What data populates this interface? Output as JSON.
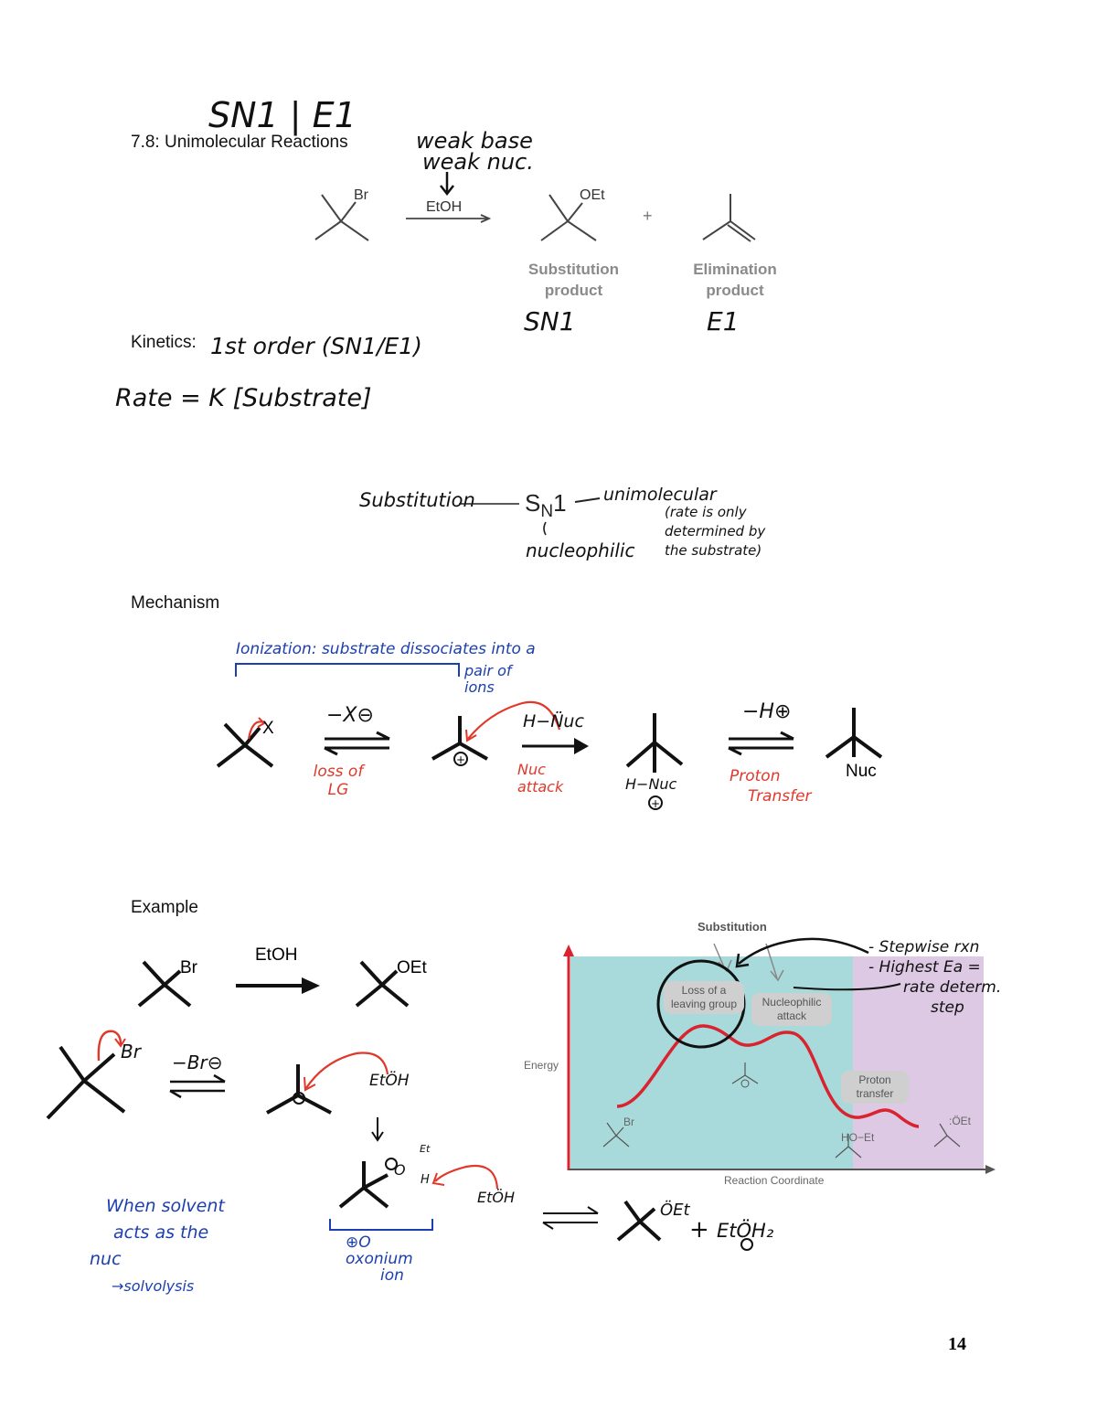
{
  "header": {
    "handwritten_title": "SN1 | E1",
    "section_title": "7.8: Unimolecular Reactions"
  },
  "reaction1": {
    "reagent_note_line1": "weak base",
    "reagent_note_line2": "weak nuc.",
    "reactant_group": "Br",
    "reagent": "EtOH",
    "product_group": "OEt",
    "plus": "+",
    "substitution_label_line1": "Substitution",
    "substitution_label_line2": "product",
    "elimination_label_line1": "Elimination",
    "elimination_label_line2": "product",
    "substitution_note": "SN1",
    "elimination_note": "E1"
  },
  "kinetics": {
    "label": "Kinetics:",
    "note": "1st order (SN1/E1)",
    "rate_law": "Rate = K [Substrate]"
  },
  "sn1_breakdown": {
    "substitution": "Substitution",
    "symbol_S": "S",
    "symbol_N": "N",
    "symbol_1": "1",
    "nucleophilic": "nucleophilic",
    "unimolecular": "unimolecular",
    "unimolecular_note_line1": "(rate is only",
    "unimolecular_note_line2": "determined by",
    "unimolecular_note_line3": "the substrate)"
  },
  "mechanism": {
    "heading": "Mechanism",
    "ionization_line1": "Ionization: substrate dissociates into a",
    "ionization_line2": "pair of",
    "ionization_line3": "ions",
    "leaving_group": "X",
    "step1_reagent": "−X⊖",
    "step1_note_line1": "loss of",
    "step1_note_line2": "LG",
    "step2_reagent": "H−N̈uc",
    "step2_note_line1": "Nuc",
    "step2_note_line2": "attack",
    "intermediate_label": "H−Nuc",
    "step3_reagent": "−H⊕",
    "step3_note_line1": "Proton",
    "step3_note_line2": "Transfer",
    "product_label": "Nuc"
  },
  "example": {
    "heading": "Example",
    "reactant_group": "Br",
    "reagent": "EtOH",
    "product_group": "OEt",
    "br_label": "Br",
    "loss_br": "−Br⊖",
    "etoh_label": "EtÖH",
    "oxonium_O": "O",
    "oxonium_Et": "Et",
    "oxonium_H": "H",
    "etoh2_label": "EtÖH",
    "oxonium_note_line1": "⊕O",
    "oxonium_note_line2": "oxonium",
    "oxonium_note_line3": "ion",
    "final_group": "ÖEt",
    "plus": "+",
    "byproduct": "EtÖH₂",
    "solvent_line1": "When solvent",
    "solvent_line2": "acts as the",
    "solvent_line3": "nuc",
    "solvent_line4": "→solvolysis"
  },
  "energy_diagram": {
    "title": "Substitution",
    "box1_line1": "Loss of a",
    "box1_line2": "leaving group",
    "box2_line1": "Nucleophilic",
    "box2_line2": "attack",
    "box3_line1": "Proton",
    "box3_line2": "transfer",
    "y_axis_label": "Energy",
    "x_axis_label": "Reaction Coordinate",
    "reactant_group": "Br",
    "intermediate_group": "HO−Et",
    "product_group": ":ÖEt",
    "region_colors": {
      "substitution": "#a9dadb",
      "proton_transfer": "#ddc9e3",
      "curve": "#d9232e",
      "axis": "#d9232e"
    }
  },
  "annotations": {
    "stepwise_line1": "- Stepwise rxn",
    "stepwise_line2": "- Highest Ea =",
    "stepwise_line3": "rate determ.",
    "stepwise_line4": "step"
  },
  "page_number": "14"
}
